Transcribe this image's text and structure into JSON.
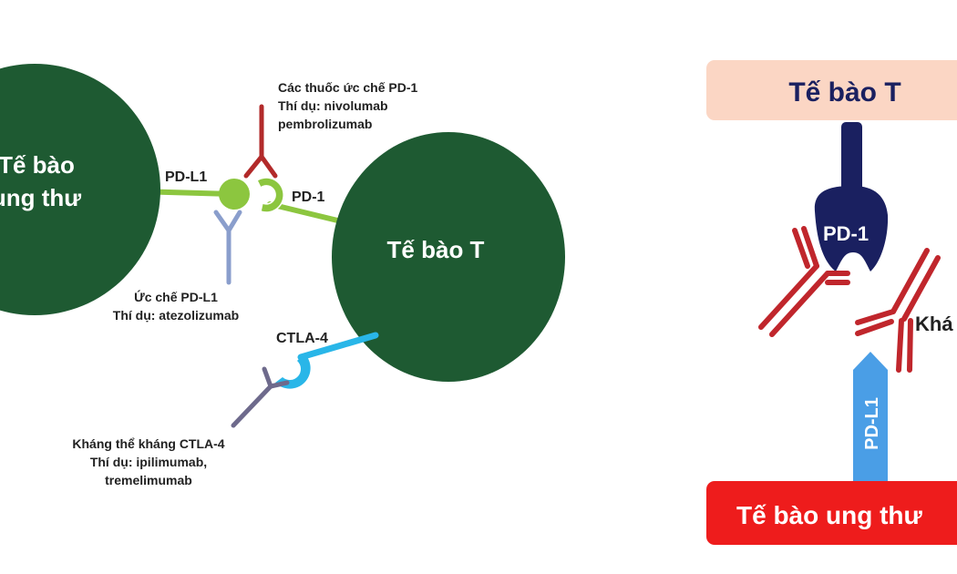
{
  "left_panel": {
    "cancer_cell": {
      "label_line1": "Tế bào",
      "label_line2": "ung thư",
      "color": "#1e5a32"
    },
    "t_cell": {
      "label": "Tế bào T",
      "color": "#1e5a32"
    },
    "receptors": {
      "pd_l1": "PD-L1",
      "pd_1": "PD-1",
      "ctla_4": "CTLA-4"
    },
    "drugs": {
      "pd1_inhibitor": {
        "line1": "Các thuốc ức chế PD-1",
        "line2": "Thí dụ: nivolumab",
        "line3": "pembrolizumab",
        "color": "#b22a2a"
      },
      "pdl1_inhibitor": {
        "line1": "Ức chế PD-L1",
        "line2": "Thí dụ: atezolizumab",
        "color": "#8a9ecc"
      },
      "ctla4_antibody": {
        "line1": "Kháng thể kháng CTLA-4",
        "line2": "Thí dụ: ipilimumab,",
        "line3": "tremelimumab",
        "color": "#6e6a8c"
      }
    },
    "colors": {
      "pd_l1_stalk": "#8cc63f",
      "ctla4_receptor": "#29b6e8"
    }
  },
  "right_panel": {
    "t_cell_bar": {
      "label": "Tế bào T",
      "color": "#fbd6c4"
    },
    "pd1": {
      "label": "PD-1",
      "color": "#1a2060"
    },
    "pdl1": {
      "label": "PD-L1",
      "color": "#4a9ee6"
    },
    "antibody_label": "Khá",
    "antibody_color": "#c0262c",
    "cancer_bar": {
      "label": "Tế bào ung thư",
      "color": "#ee1c1c"
    }
  }
}
